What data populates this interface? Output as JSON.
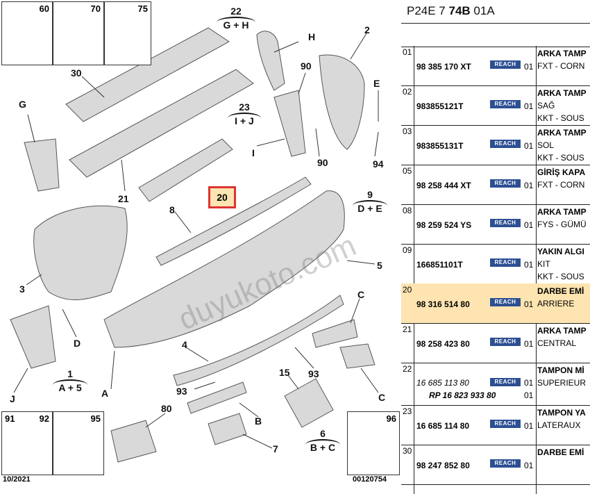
{
  "diagram": {
    "callouts": {
      "c60": "60",
      "c70": "70",
      "c75": "75",
      "c22": "22",
      "cGH": "G + H",
      "cH": "H",
      "c2": "2",
      "c30": "30",
      "c90a": "90",
      "cE": "E",
      "cG": "G",
      "c23": "23",
      "cIJ": "I + J",
      "c94": "94",
      "cI": "I",
      "c90b": "90",
      "c21": "21",
      "c20": "20",
      "c9": "9",
      "cDE": "D + E",
      "c8": "8",
      "c5": "5",
      "c3": "3",
      "cD": "D",
      "cC": "C",
      "c4": "4",
      "c1": "1",
      "cA5": "A + 5",
      "cA": "A",
      "c93a": "93",
      "c93b": "93",
      "c15": "15",
      "c80": "80",
      "cB": "B",
      "c7": "7",
      "c6": "6",
      "cBC": "B + C",
      "cJ": "J",
      "c91": "91",
      "c92": "92",
      "c95": "95",
      "c96": "96"
    },
    "footer_left": "10/2021",
    "footer_right": "00120754",
    "watermark": "duyukoto.com"
  },
  "reference": {
    "title_prefix": "P24E 7 ",
    "title_bold": "74B",
    "title_suffix": " 01A",
    "reach_label": "REACH",
    "rows": [
      {
        "idx": "01",
        "pn": "98 385 170 XT",
        "qty": "01",
        "desc_bold": "ARKA TAMP",
        "desc": [
          "FXT - CORN"
        ]
      },
      {
        "idx": "02",
        "pn": "983855121T",
        "qty": "01",
        "desc_bold": "ARKA TAMP",
        "desc": [
          "SAĞ",
          "KKT - SOUS"
        ]
      },
      {
        "idx": "03",
        "pn": "983855131T",
        "qty": "01",
        "desc_bold": "ARKA TAMP",
        "desc": [
          "SOL",
          "KKT - SOUS"
        ]
      },
      {
        "idx": "05",
        "pn": "98 258 444 XT",
        "qty": "01",
        "desc_bold": "GİRİŞ KAPA",
        "desc": [
          "FXT - CORN"
        ]
      },
      {
        "idx": "08",
        "pn": "98 259 524 YS",
        "qty": "01",
        "desc_bold": "ARKA TAMP",
        "desc": [
          "FYS - GÜMÜ"
        ]
      },
      {
        "idx": "09",
        "pn": "166851101T",
        "qty": "01",
        "desc_bold": "YAKIN ALGI",
        "desc": [
          "KIT",
          "KKT - SOUS"
        ]
      },
      {
        "idx": "20",
        "pn": "98 316 514 80",
        "qty": "01",
        "desc_bold": "DARBE EMİ",
        "desc": [
          "ARRIERE"
        ]
      },
      {
        "idx": "21",
        "pn": "98 258 423 80",
        "qty": "01",
        "desc_bold": "ARKA TAMP",
        "desc": [
          "CENTRAL"
        ]
      },
      {
        "idx": "22",
        "pn": "16 685 113 80",
        "pn2": "RP 16 823 933 80",
        "qty": "01",
        "qty2": "01",
        "desc_bold": "TAMPON Mİ",
        "desc": [
          "SUPERIEUR"
        ]
      },
      {
        "idx": "23",
        "pn": "16 685 114 80",
        "qty": "01",
        "desc_bold": "TAMPON YA",
        "desc": [
          "LATERAUX"
        ]
      },
      {
        "idx": "30",
        "pn": "98 247 852 80",
        "qty": "01",
        "desc_bold": "DARBE EMİ",
        "desc": []
      }
    ]
  }
}
